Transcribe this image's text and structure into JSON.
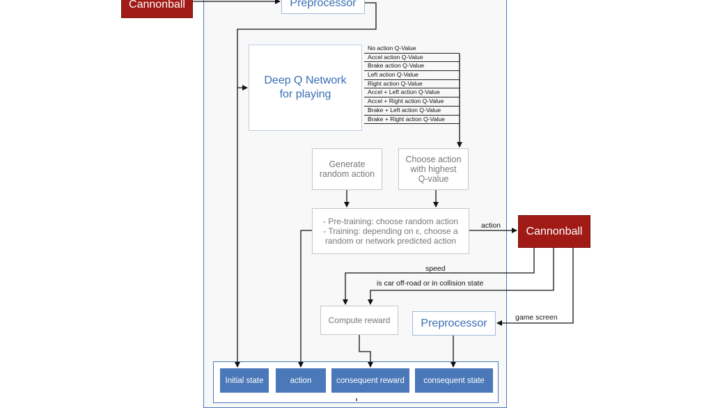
{
  "top": {
    "cannonball": "Cannonball",
    "preprocessor": "Preprocessor"
  },
  "dqn": {
    "label": "Deep Q Network\nfor playing"
  },
  "q_values": [
    "No action Q-Value",
    "Accel action Q-Value",
    "Brake action Q-Value",
    "Left action Q-Value",
    "Right action Q-Value",
    "Accel + Left action Q-Value",
    "Accel + Right action Q-Value",
    "Brake + Left action Q-Value",
    "Brake + Right action Q-Value"
  ],
  "nodes": {
    "random_action": "Generate\nrandom action",
    "choose_action": "Choose action\nwith highest\nQ-value",
    "policy": "- Pre-training: choose random action\n- Training: depending on ε, choose a\nrandom or network predicted action",
    "cannonball": "Cannonball",
    "compute_reward": "Compute reward",
    "preprocessor": "Preprocessor"
  },
  "edges": {
    "action": "action",
    "speed": "speed",
    "offroad": "is car off-road or in collision state",
    "game_screen": "game screen"
  },
  "memory": {
    "cells": [
      "Initial state",
      "action",
      "consequent reward",
      "consequent state"
    ]
  },
  "colors": {
    "cannonball": "#a01a16",
    "accent": "#3a6db5",
    "memory_cell": "#4a78b8"
  }
}
